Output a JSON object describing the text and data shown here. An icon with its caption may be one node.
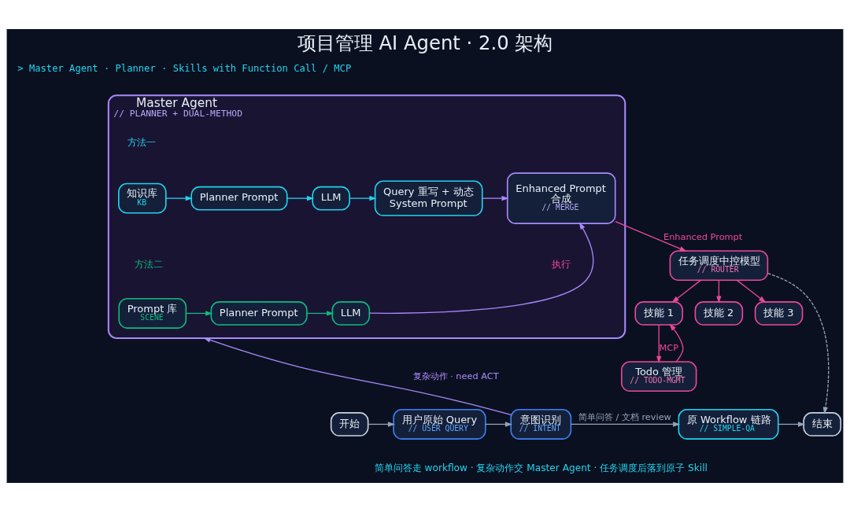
{
  "diagram": {
    "title": "项目管理 AI Agent · 2.0 架构",
    "caption": "简单问答走 workflow · 复杂动作交 Master Agent · 任务调度后落到原子 Skill",
    "nodes": [
      {
        "text": [
          "Master Agent",
          "// PLANNER + DUAL-METHOD"
        ]
      },
      {
        "text": [
          "知识库",
          "KB"
        ],
        "in": 0
      },
      {
        "text": [
          "Planner Prompt"
        ],
        "in": 0
      },
      {
        "text": [
          "LLM"
        ],
        "in": 0
      },
      {
        "text": [
          "Query 重写 + 动态 System Prompt"
        ],
        "in": 0
      },
      {
        "text": [
          "Enhanced Prompt 合成",
          "// MERGE"
        ],
        "in": 0
      },
      {
        "text": [
          "Prompt 库",
          "SCENE"
        ],
        "in": 0
      },
      {
        "text": [
          "Planner Prompt"
        ],
        "in": 0
      },
      {
        "text": [
          "LLM"
        ],
        "in": 0
      },
      {
        "text": [
          "任务调度中控模型",
          "// ROUTER"
        ]
      },
      {
        "text": [
          "技能 1"
        ]
      },
      {
        "text": [
          "技能 2"
        ]
      },
      {
        "text": [
          "技能 3"
        ]
      },
      {
        "text": [
          "Todo 管理",
          "// TODO-MGMT"
        ]
      },
      {
        "text": [
          "开始"
        ]
      },
      {
        "text": [
          "用户原始 Query",
          "// USER QUERY"
        ]
      },
      {
        "text": [
          "意图识别",
          "// INTENT"
        ]
      },
      {
        "text": [
          "原 Workflow 链路",
          "// SIMPLE-QA"
        ]
      },
      {
        "text": [
          "结束"
        ]
      }
    ],
    "edges": [
      {
        "from": 1,
        "to": 2,
        "arrow": "to",
        "color": "#22d3ee"
      },
      {
        "from": 2,
        "to": 3,
        "arrow": "to",
        "color": "#22d3ee"
      },
      {
        "from": 3,
        "to": 4,
        "arrow": "to",
        "color": "#22d3ee"
      },
      {
        "from": 4,
        "to": 5,
        "arrow": "to",
        "color": "#a78bfa"
      },
      {
        "from": 6,
        "to": 7,
        "arrow": "to",
        "color": "#10b981"
      },
      {
        "from": 7,
        "to": 8,
        "arrow": "to",
        "color": "#10b981"
      },
      {
        "from": 8,
        "to": 5,
        "arrow": "to",
        "color": "#a78bfa"
      },
      {
        "from": 5,
        "to": 9,
        "arrow": "to",
        "label": "Enhanced Prompt"
      },
      {
        "from": 9,
        "to": 10,
        "arrow": "to"
      },
      {
        "from": 9,
        "to": 11,
        "arrow": "to"
      },
      {
        "from": 9,
        "to": 12,
        "arrow": "to"
      },
      {
        "from": 10,
        "to": 13,
        "arrow": "to",
        "label": "MCP"
      },
      {
        "from": 13,
        "to": 10,
        "arrow": "to"
      },
      {
        "from": 14,
        "to": 15,
        "arrow": "to",
        "color": "#94a3b8"
      },
      {
        "from": 15,
        "to": 16,
        "arrow": "to",
        "color": "#94a3b8"
      },
      {
        "from": 16,
        "to": 0,
        "arrow": "to",
        "label": "复杂动作 · need ACT",
        "color": "#a78bfa"
      },
      {
        "from": 16,
        "to": 17,
        "arrow": "to",
        "label": "简单问答 / 文档 review",
        "color": "#94a3b8"
      },
      {
        "from": 17,
        "to": 18,
        "arrow": "to",
        "color": "#94a3b8"
      },
      {
        "from": 9,
        "to": 18,
        "arrow": "to",
        "style": "dashed",
        "color": "#94a3b8"
      }
    ],
    "labels": [
      "> Master Agent · Planner · Skills with Function Call / MCP",
      "方法一",
      "方法二",
      "执行"
    ]
  }
}
